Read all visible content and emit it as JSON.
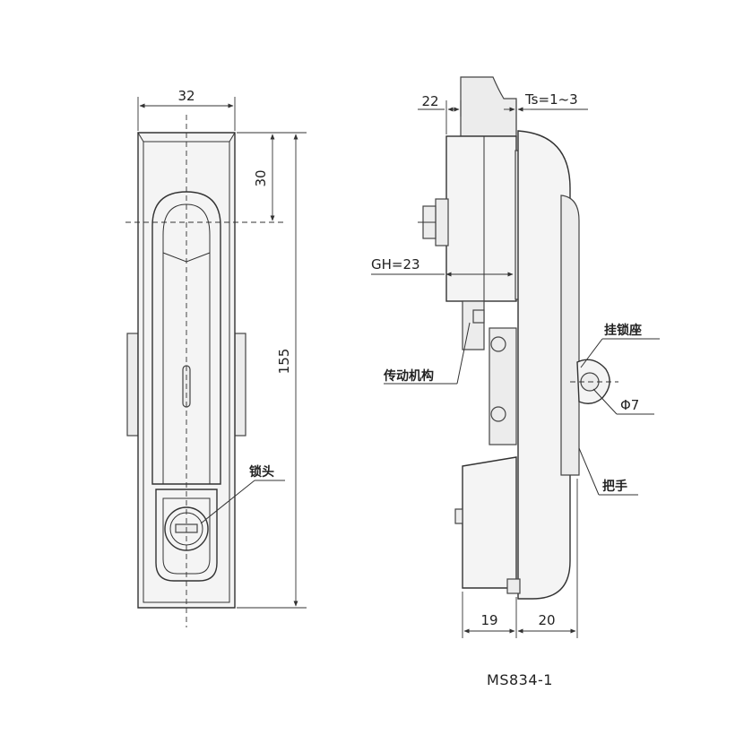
{
  "front_view": {
    "width_dim": "32",
    "top_offset_dim": "30",
    "height_dim": "155",
    "lock_label": "锁头"
  },
  "side_view": {
    "depth_dim": "22",
    "ts_dim": "Ts=1~3",
    "gh_dim": "GH=23",
    "hanging_seat_label": "挂锁座",
    "hole_dim": "Φ7",
    "transmission_label": "传动机构",
    "handle_label": "把手",
    "bottom_left_dim": "19",
    "bottom_right_dim": "20"
  },
  "model_number": "MS834-1"
}
